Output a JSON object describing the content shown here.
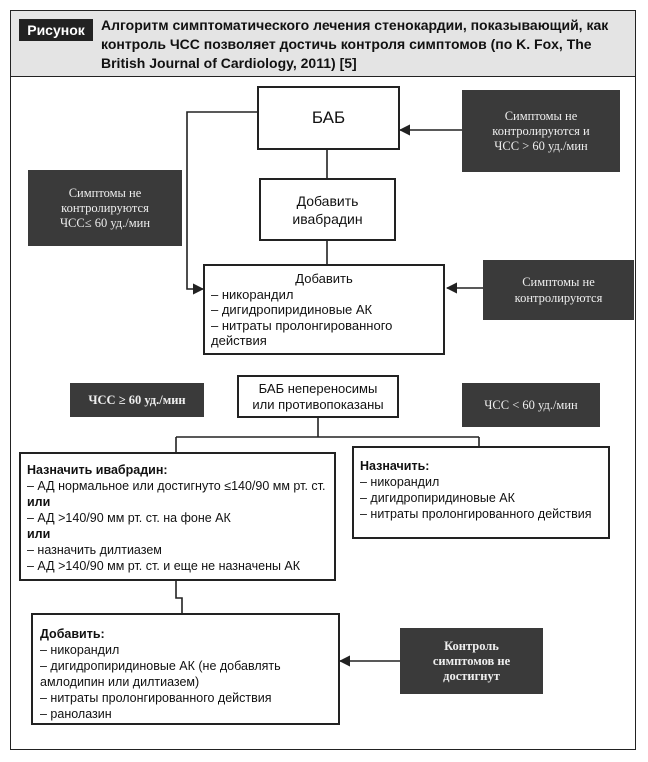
{
  "header": {
    "tag": "Рисунок",
    "title": "Алгоритм симптоматического лечения стенокардии, показывающий, как контроль ЧСС позволяет достичь контроля симптомов (по K. Fox, The British Journal of Cardiology, 2011) [5]"
  },
  "boxes": {
    "bab": "БАБ",
    "add_ivabradine": [
      "Добавить",
      "ивабрадин"
    ],
    "add_list": [
      "Добавить",
      "– никорандил",
      "– дигидропиридиновые АК",
      "– нитраты пролонгированного",
      "действия"
    ],
    "bab_intolerant": [
      "БАБ непереносимы",
      "или противопоказаны"
    ],
    "prescribe_ivabradine": {
      "heading": "Назначить ивабрадин:",
      "lines": [
        "– АД нормальное или достигнуто ≤140/90 мм рт. ст.",
        "или",
        "– АД >140/90 мм рт. ст. на фоне АК",
        "или",
        "– назначить дилтиазем",
        "– АД >140/90 мм рт. ст.  и еще не назначены АК"
      ]
    },
    "prescribe": {
      "heading": "Назначить:",
      "lines": [
        "– никорандил",
        "– дигидропиридиновые АК",
        "– нитраты пролонгированного действия"
      ]
    },
    "add_final": {
      "heading": "Добавить:",
      "lines": [
        "– никорандил",
        "– дигидропиридиновые АК (не добавлять",
        "амлодипин или дилтиазем)",
        "– нитраты пролонгированного действия",
        "– ранолазин"
      ]
    }
  },
  "notes": {
    "uncontrolled_hr_high": [
      "Симптомы не",
      "контролируются и",
      "ЧСС > 60 уд./мин"
    ],
    "uncontrolled_hr_low": [
      "Симптомы не",
      "контролируются",
      "ЧСС≤ 60 уд./мин"
    ],
    "uncontrolled": [
      "Симптомы не",
      "контролируются"
    ],
    "hr_ge_60": "ЧСС ≥ 60 уд./мин",
    "hr_lt_60": "ЧСС < 60 уд./мин",
    "not_achieved": [
      "Контроль",
      "симптомов не",
      "достигнут"
    ]
  },
  "colors": {
    "dark_box": "#3a3a3a",
    "header_bg": "#e4e4e4",
    "line": "#222222"
  }
}
